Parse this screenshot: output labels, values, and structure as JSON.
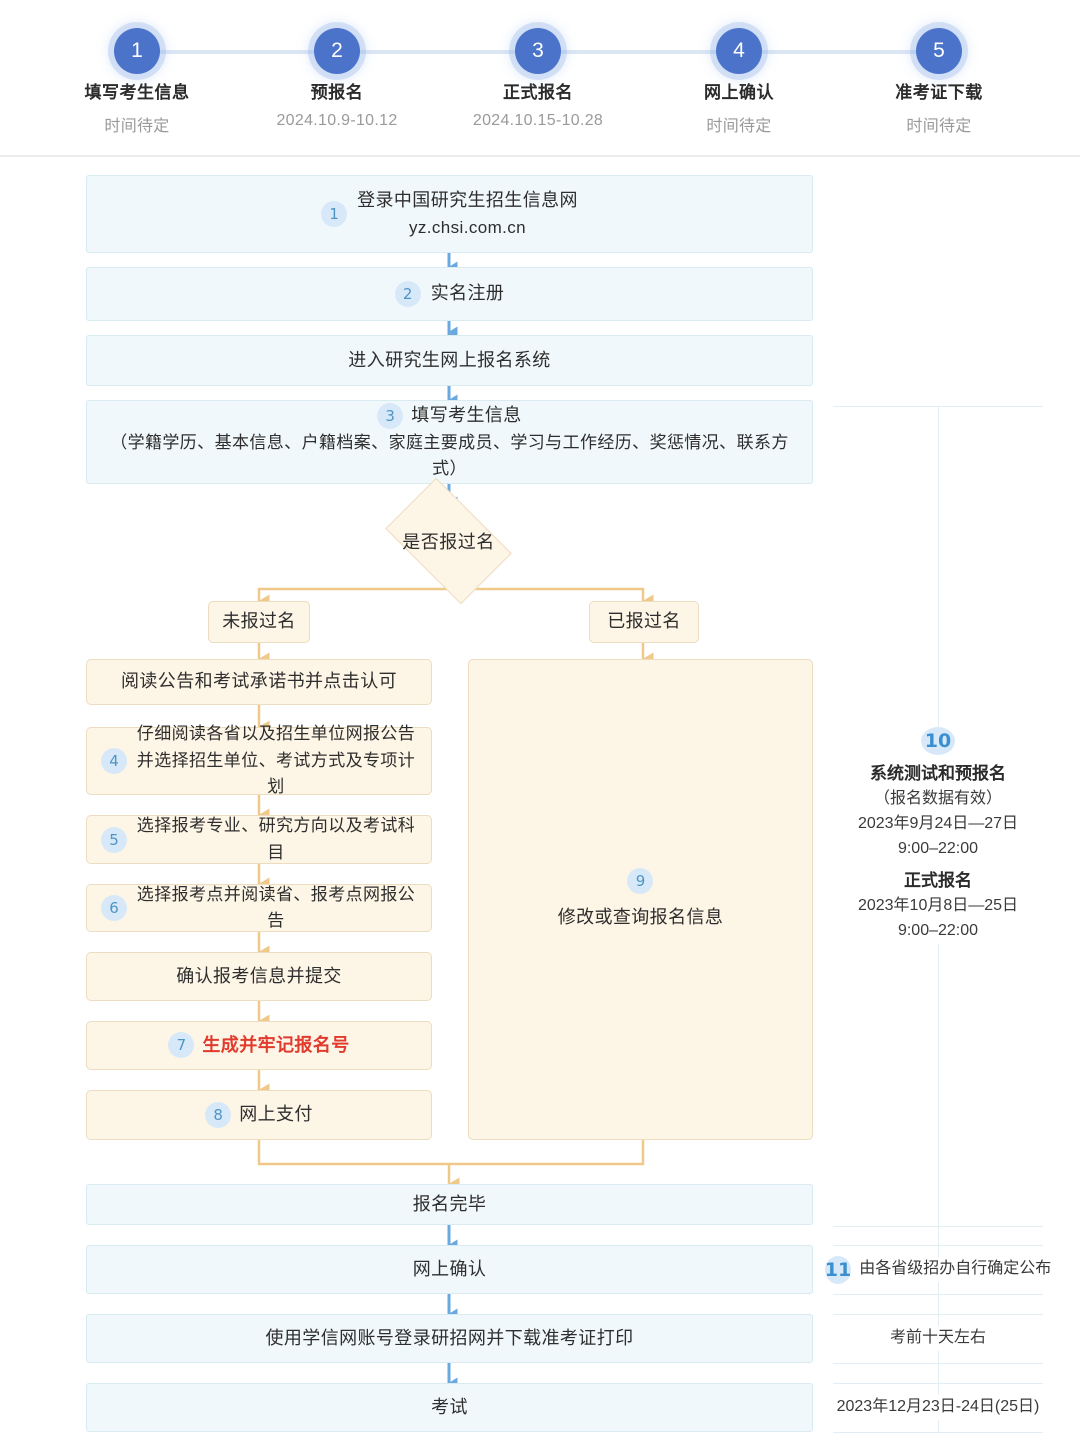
{
  "stepper": {
    "steps": [
      {
        "num": "1",
        "title": "填写考生信息",
        "date": "时间待定"
      },
      {
        "num": "2",
        "title": "预报名",
        "date": "2024.10.9-10.12"
      },
      {
        "num": "3",
        "title": "正式报名",
        "date": "2024.10.15-10.28"
      },
      {
        "num": "4",
        "title": "网上确认",
        "date": "时间待定"
      },
      {
        "num": "5",
        "title": "准考证下载",
        "date": "时间待定"
      }
    ],
    "active_color": "#4b73c9",
    "track_color": "#dbe6f5"
  },
  "flow": {
    "n1": {
      "badge": "1",
      "line1": "登录中国研究生招生信息网",
      "line2": "yz.chsi.com.cn"
    },
    "n2": {
      "badge": "2",
      "text": "实名注册"
    },
    "n3": {
      "text": "进入研究生网上报名系统"
    },
    "n4": {
      "badge": "3",
      "line1": "填写考生信息",
      "line2": "（学籍学历、基本信息、户籍档案、家庭主要成员、学习与工作经历、奖惩情况、联系方式）"
    },
    "decision": {
      "text": "是否报过名"
    },
    "branch_left": {
      "text": "未报过名"
    },
    "branch_right": {
      "text": "已报过名"
    },
    "l1": {
      "text": "阅读公告和考试承诺书并点击认可"
    },
    "l2": {
      "badge": "4",
      "line1": "仔细阅读各省以及招生单位网报公告",
      "line2": "并选择招生单位、考试方式及专项计划"
    },
    "l3": {
      "badge": "5",
      "text": "选择报考专业、研究方向以及考试科目"
    },
    "l4": {
      "badge": "6",
      "text": "选择报考点并阅读省、报考点网报公告"
    },
    "l5": {
      "text": "确认报考信息并提交"
    },
    "l6": {
      "badge": "7",
      "text": "生成并牢记报名号",
      "color": "#e13b2e"
    },
    "l7": {
      "badge": "8",
      "text": "网上支付"
    },
    "r1": {
      "badge": "9",
      "text": "修改或查询报名信息"
    },
    "f1": {
      "text": "报名完毕"
    },
    "f2": {
      "text": "网上确认"
    },
    "f3": {
      "text": "使用学信网账号登录研招网并下载准考证打印"
    },
    "f4": {
      "text": "考试"
    }
  },
  "rightcol": {
    "b10": {
      "badge": "10",
      "h1": "系统测试和预报名",
      "p1": "（报名数据有效）",
      "p2": "2023年9月24日—27日",
      "p3": "9:00–22:00",
      "h2": "正式报名",
      "p4": "2023年10月8日—25日",
      "p5": "9:00–22:00"
    },
    "b11": {
      "badge": "11",
      "text": "由各省级招办自行确定公布"
    },
    "b12": {
      "text": "考前十天左右"
    },
    "b13": {
      "text": "2023年12月23日-24日(25日)"
    }
  },
  "colors": {
    "blue_fill": "#f0f8fb",
    "blue_border": "#d8ebf1",
    "orange_fill": "#fdf5e6",
    "orange_border": "#ecdcc0",
    "blue_arrow": "#6aa9e0",
    "orange_arrow": "#f0c98a",
    "badge_bg": "#d7e9f8",
    "badge_text": "#4e95c6"
  }
}
